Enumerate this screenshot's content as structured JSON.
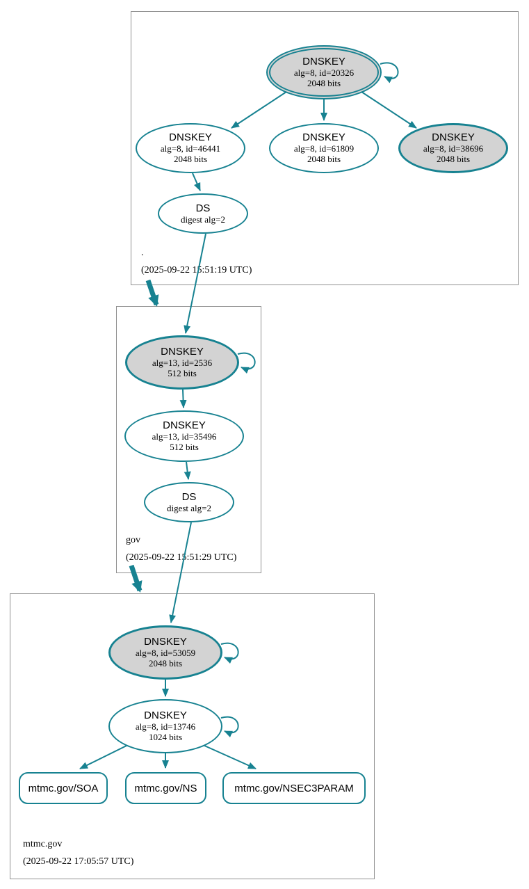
{
  "diagram": {
    "type": "dnssec-authentication-chain",
    "colors": {
      "edge": "#178291",
      "ksk_fill": "#d3d3d3",
      "node_fill": "#ffffff",
      "zone_border": "#909090"
    },
    "zones": {
      "root": {
        "label": ".",
        "timestamp": "(2025-09-22 15:51:19 UTC)",
        "nodes": {
          "ksk": {
            "title": "DNSKEY",
            "attrs": "alg=8, id=20326",
            "size": "2048 bits"
          },
          "zsk1": {
            "title": "DNSKEY",
            "attrs": "alg=8, id=46441",
            "size": "2048 bits"
          },
          "zsk2": {
            "title": "DNSKEY",
            "attrs": "alg=8, id=61809",
            "size": "2048 bits"
          },
          "zsk3": {
            "title": "DNSKEY",
            "attrs": "alg=8, id=38696",
            "size": "2048 bits"
          },
          "ds": {
            "title": "DS",
            "attrs": "digest alg=2"
          }
        }
      },
      "gov": {
        "label": "gov",
        "timestamp": "(2025-09-22 15:51:29 UTC)",
        "nodes": {
          "ksk": {
            "title": "DNSKEY",
            "attrs": "alg=13, id=2536",
            "size": "512 bits"
          },
          "zsk": {
            "title": "DNSKEY",
            "attrs": "alg=13, id=35496",
            "size": "512 bits"
          },
          "ds": {
            "title": "DS",
            "attrs": "digest alg=2"
          }
        }
      },
      "mtmc": {
        "label": "mtmc.gov",
        "timestamp": "(2025-09-22 17:05:57 UTC)",
        "nodes": {
          "ksk": {
            "title": "DNSKEY",
            "attrs": "alg=8, id=53059",
            "size": "2048 bits"
          },
          "zsk": {
            "title": "DNSKEY",
            "attrs": "alg=8, id=13746",
            "size": "1024 bits"
          },
          "rrset_soa": {
            "label": "mtmc.gov/SOA"
          },
          "rrset_ns": {
            "label": "mtmc.gov/NS"
          },
          "rrset_nsec3param": {
            "label": "mtmc.gov/NSEC3PARAM"
          }
        }
      }
    }
  }
}
